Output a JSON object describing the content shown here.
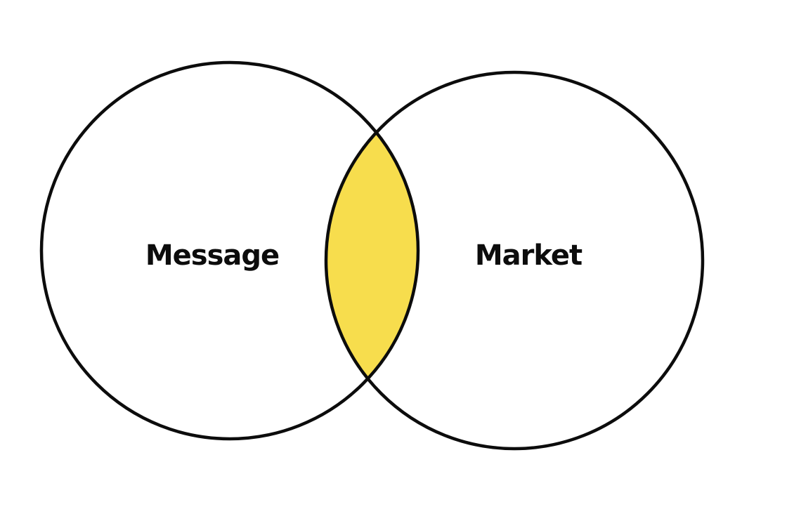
{
  "diagram": {
    "type": "venn",
    "sets": [
      {
        "label": "Message"
      },
      {
        "label": "Market"
      }
    ],
    "intersection": {
      "label": ""
    },
    "colors": {
      "intersection_fill": "#F7DD4D",
      "outline": "#0C0C0C",
      "background": "#FFFFFF",
      "text": "#0C0C0C"
    }
  }
}
